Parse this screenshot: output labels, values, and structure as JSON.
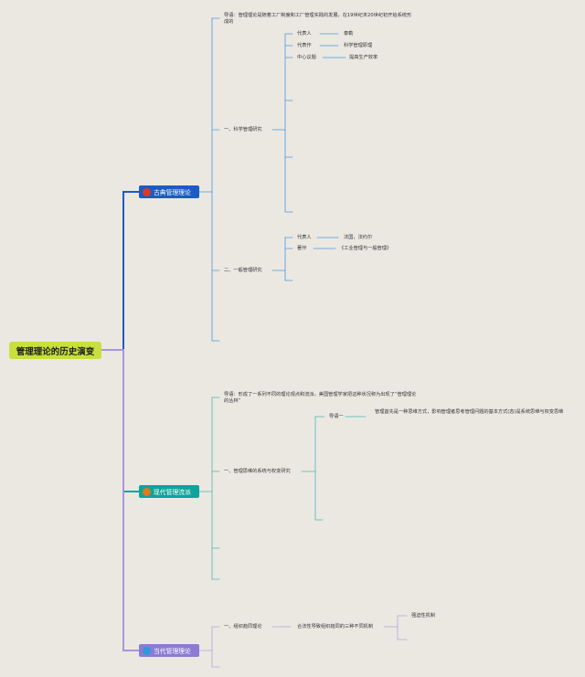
{
  "root": {
    "title": "管理理论的历史演变"
  },
  "eras": [
    {
      "label": "古典管理理论",
      "color": "#1d5bc4",
      "dot_color": "#d63b2a",
      "intro": "导语：管理理论是随着工厂制度和工厂管理实践的发展，在19世纪末20世纪初开始系统形成的",
      "branches": [
        {
          "label": "一、科学管理研究",
          "items": [
            {
              "key": "代表人",
              "value": "泰勒"
            },
            {
              "key": "代表作",
              "value": "科学管理原理"
            },
            {
              "key": "中心议题",
              "value": "提高生产效率"
            }
          ]
        },
        {
          "label": "二、一般管理研究",
          "items": [
            {
              "key": "代表人",
              "value": "法国，法约尔"
            },
            {
              "key": "著作",
              "value": "《工业管理与一般管理》"
            }
          ]
        }
      ]
    },
    {
      "label": "现代管理流派",
      "color": "#0fa39b",
      "dot_color": "#e0781d",
      "intro": "导语：形成了一系列不同的理论观点和流派，美国管理学家把这种状况称为出现了“管理理论的丛林”",
      "branches": [
        {
          "label": "一、管理思维的系统与权变研究",
          "items": [
            {
              "key": "导语一",
              "value": "管理首先是一种思维方式，影响管理者思考管理问题的基本方式(态)是系统思维与权变思维"
            }
          ]
        }
      ]
    },
    {
      "label": "当代管理理论",
      "color": "#8c7bd3",
      "dot_color": "#2f98d8",
      "branches": [
        {
          "label": "一、组织趋同理论",
          "items": [
            {
              "key": "合法性导致组织趋同的三种不同机制",
              "value": "强迫性机制"
            }
          ]
        }
      ]
    }
  ]
}
